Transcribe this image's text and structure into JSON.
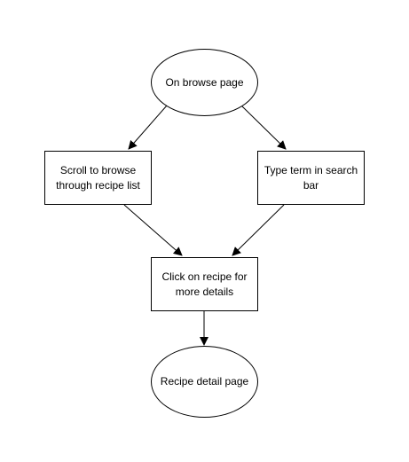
{
  "diagram": {
    "nodes": {
      "start": {
        "label": "On browse page"
      },
      "scroll": {
        "label": "Scroll to browse\nthrough recipe list"
      },
      "search": {
        "label": "Type term in search\nbar"
      },
      "click": {
        "label": "Click on recipe for\nmore details"
      },
      "end": {
        "label": "Recipe detail page"
      }
    },
    "edges": [
      {
        "from": "start",
        "to": "scroll"
      },
      {
        "from": "start",
        "to": "search"
      },
      {
        "from": "scroll",
        "to": "click"
      },
      {
        "from": "search",
        "to": "click"
      },
      {
        "from": "click",
        "to": "end"
      }
    ]
  }
}
